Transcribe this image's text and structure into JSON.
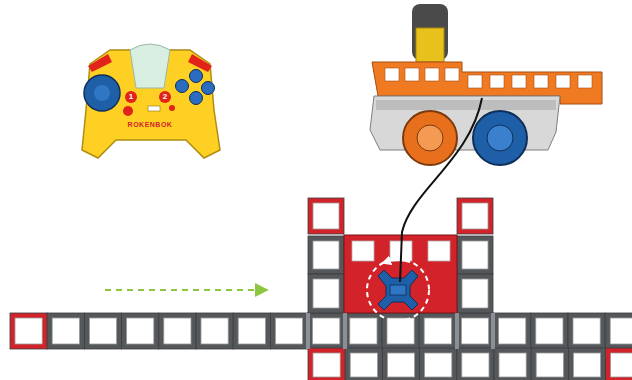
{
  "diagram": {
    "labels": [
      "1",
      "2",
      "ROKENBOK"
    ]
  }
}
